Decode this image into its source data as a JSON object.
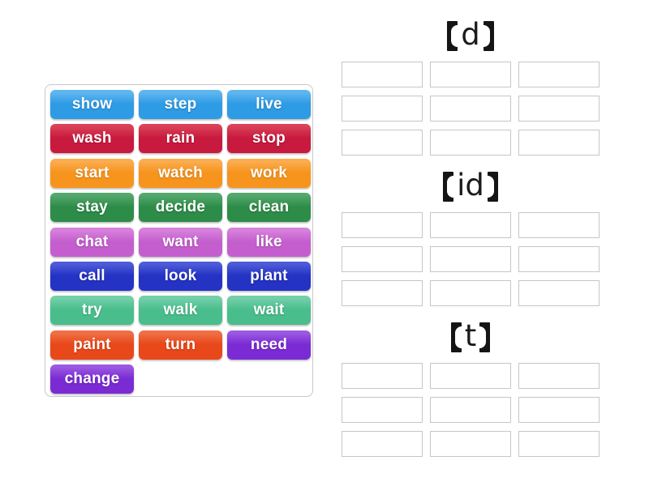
{
  "palette": {
    "blue": {
      "base": "#2E9BE5",
      "light": "#5FB6EF"
    },
    "red": {
      "base": "#C8193E",
      "light": "#DB4158"
    },
    "orange": {
      "base": "#F7941D",
      "light": "#FAAD4F"
    },
    "green": {
      "base": "#2E8C49",
      "light": "#53A96C"
    },
    "orchid": {
      "base": "#C45ECE",
      "light": "#D781DC"
    },
    "darkblue": {
      "base": "#2433C4",
      "light": "#4E5BD8"
    },
    "teal": {
      "base": "#49BE8C",
      "light": "#74CFA8"
    },
    "orangered": {
      "base": "#E8481A",
      "light": "#F06F45"
    },
    "purple": {
      "base": "#7B2BD3",
      "light": "#9B59E2"
    }
  },
  "word_bank": {
    "words": [
      {
        "text": "show",
        "color": "blue"
      },
      {
        "text": "step",
        "color": "blue"
      },
      {
        "text": "live",
        "color": "blue"
      },
      {
        "text": "wash",
        "color": "red"
      },
      {
        "text": "rain",
        "color": "red"
      },
      {
        "text": "stop",
        "color": "red"
      },
      {
        "text": "start",
        "color": "orange"
      },
      {
        "text": "watch",
        "color": "orange"
      },
      {
        "text": "work",
        "color": "orange"
      },
      {
        "text": "stay",
        "color": "green"
      },
      {
        "text": "decide",
        "color": "green"
      },
      {
        "text": "clean",
        "color": "green"
      },
      {
        "text": "chat",
        "color": "orchid"
      },
      {
        "text": "want",
        "color": "orchid"
      },
      {
        "text": "like",
        "color": "orchid"
      },
      {
        "text": "call",
        "color": "darkblue"
      },
      {
        "text": "look",
        "color": "darkblue"
      },
      {
        "text": "plant",
        "color": "darkblue"
      },
      {
        "text": "try",
        "color": "teal"
      },
      {
        "text": "walk",
        "color": "teal"
      },
      {
        "text": "wait",
        "color": "teal"
      },
      {
        "text": "paint",
        "color": "orangered"
      },
      {
        "text": "turn",
        "color": "orangered"
      },
      {
        "text": "need",
        "color": "purple"
      },
      {
        "text": "change",
        "color": "purple"
      }
    ]
  },
  "groups": [
    {
      "label": "【d】",
      "letter": "d",
      "slot_count": 9
    },
    {
      "label": "【id】",
      "letter": "id",
      "slot_count": 9
    },
    {
      "label": "【t】",
      "letter": "t",
      "slot_count": 9
    }
  ]
}
